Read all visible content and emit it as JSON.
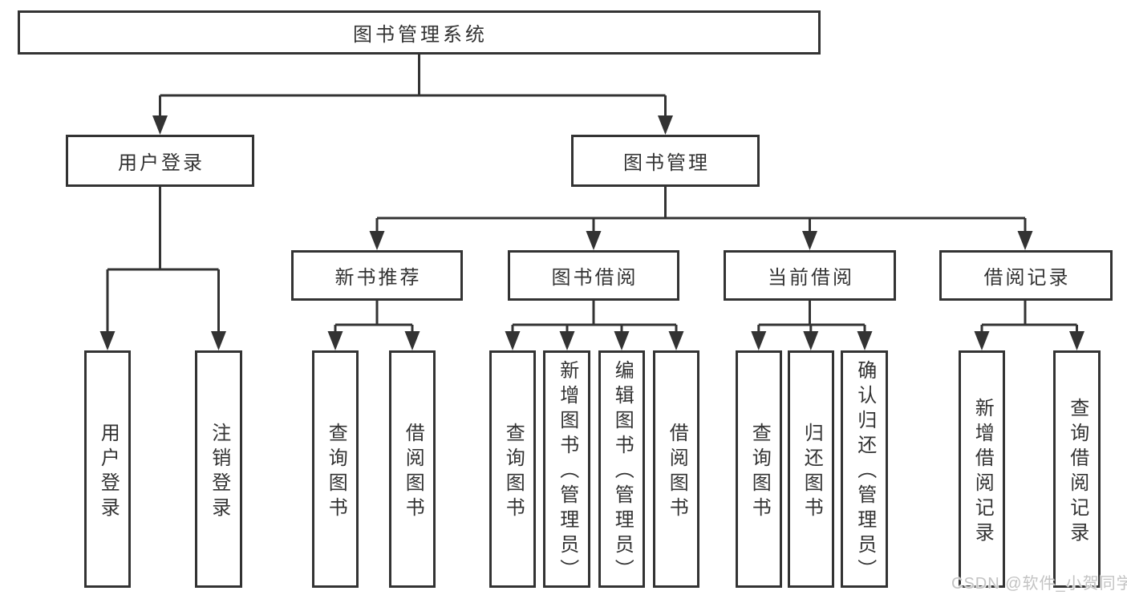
{
  "tree": {
    "root": {
      "label": "图书管理系统"
    },
    "children": [
      {
        "label": "用户登录",
        "children": [
          {
            "label": "用户登录"
          },
          {
            "label": "注销登录"
          }
        ]
      },
      {
        "label": "图书管理",
        "children": [
          {
            "label": "新书推荐",
            "children": [
              {
                "label": "查询图书"
              },
              {
                "label": "借阅图书"
              }
            ]
          },
          {
            "label": "图书借阅",
            "children": [
              {
                "label": "查询图书"
              },
              {
                "label": "新增图书（管理员）"
              },
              {
                "label": "编辑图书（管理员）"
              },
              {
                "label": "借阅图书"
              }
            ]
          },
          {
            "label": "当前借阅",
            "children": [
              {
                "label": "查询图书"
              },
              {
                "label": "归还图书"
              },
              {
                "label": "确认归还（管理员）"
              }
            ]
          },
          {
            "label": "借阅记录",
            "children": [
              {
                "label": "新增借阅记录"
              },
              {
                "label": "查询借阅记录"
              }
            ]
          }
        ]
      }
    ]
  },
  "watermark": "CSDN @软件_小贺同学",
  "colors": {
    "line": "#333333",
    "text": "#333333",
    "box_fill": "#ffffff",
    "watermark": "#c3c3c3",
    "background": "#ffffff"
  }
}
